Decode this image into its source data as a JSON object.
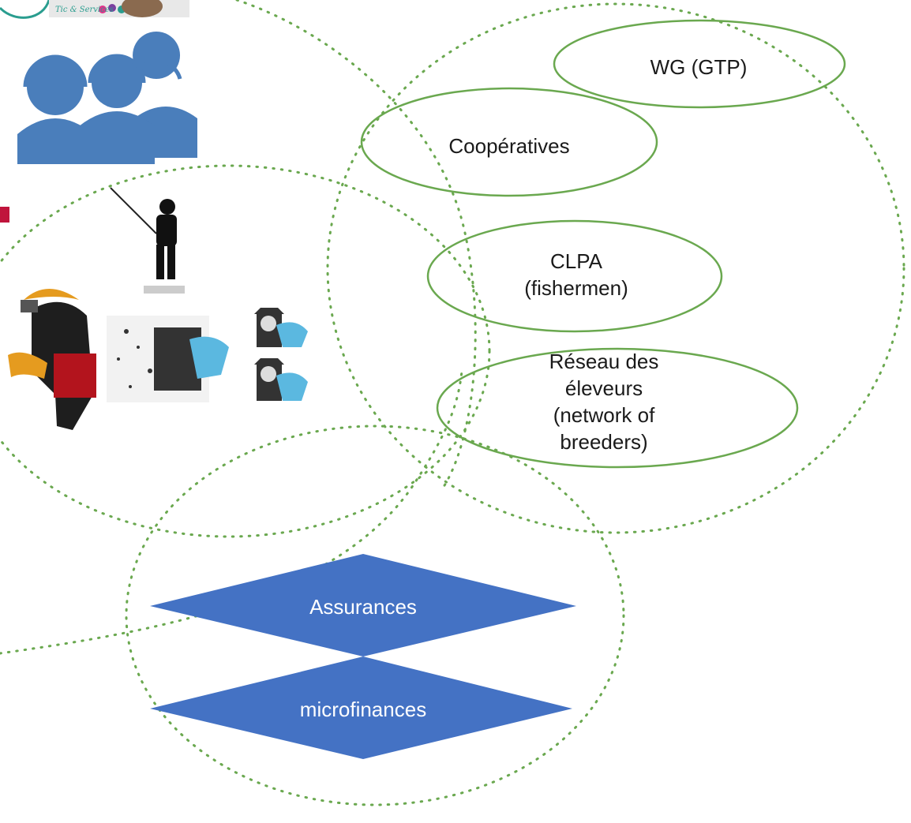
{
  "colors": {
    "dotted_green": "#6aa84f",
    "oval_green": "#6aa84f",
    "diamond_blue": "#4472c4",
    "icon_blue": "#4a7ebb",
    "logo_teal": "#2a9d8f",
    "accent_red": "#c0143c"
  },
  "logo": {
    "tagline": "Tic & Services"
  },
  "icons": {
    "call_center": "call-center-people-icon",
    "fisherman": "fisherman-silhouette-icon",
    "farmer": "farmer-with-phone-icon",
    "breeder_large": "breeder-with-cow-icon",
    "breeder_small_1": "breeder-with-cow-icon",
    "breeder_small_2": "breeder-with-cow-icon"
  },
  "ovals": [
    {
      "id": "wg",
      "text": "WG (GTP)"
    },
    {
      "id": "coop",
      "text": "Coopératives"
    },
    {
      "id": "clpa",
      "lines": [
        "CLPA",
        "(fishermen)"
      ]
    },
    {
      "id": "reseau",
      "lines": [
        "Réseau des",
        "éleveurs",
        "(network of",
        "breeders)"
      ]
    }
  ],
  "diamonds": [
    {
      "id": "assurances",
      "text": "Assurances"
    },
    {
      "id": "microfinances",
      "text": "microfinances"
    }
  ]
}
